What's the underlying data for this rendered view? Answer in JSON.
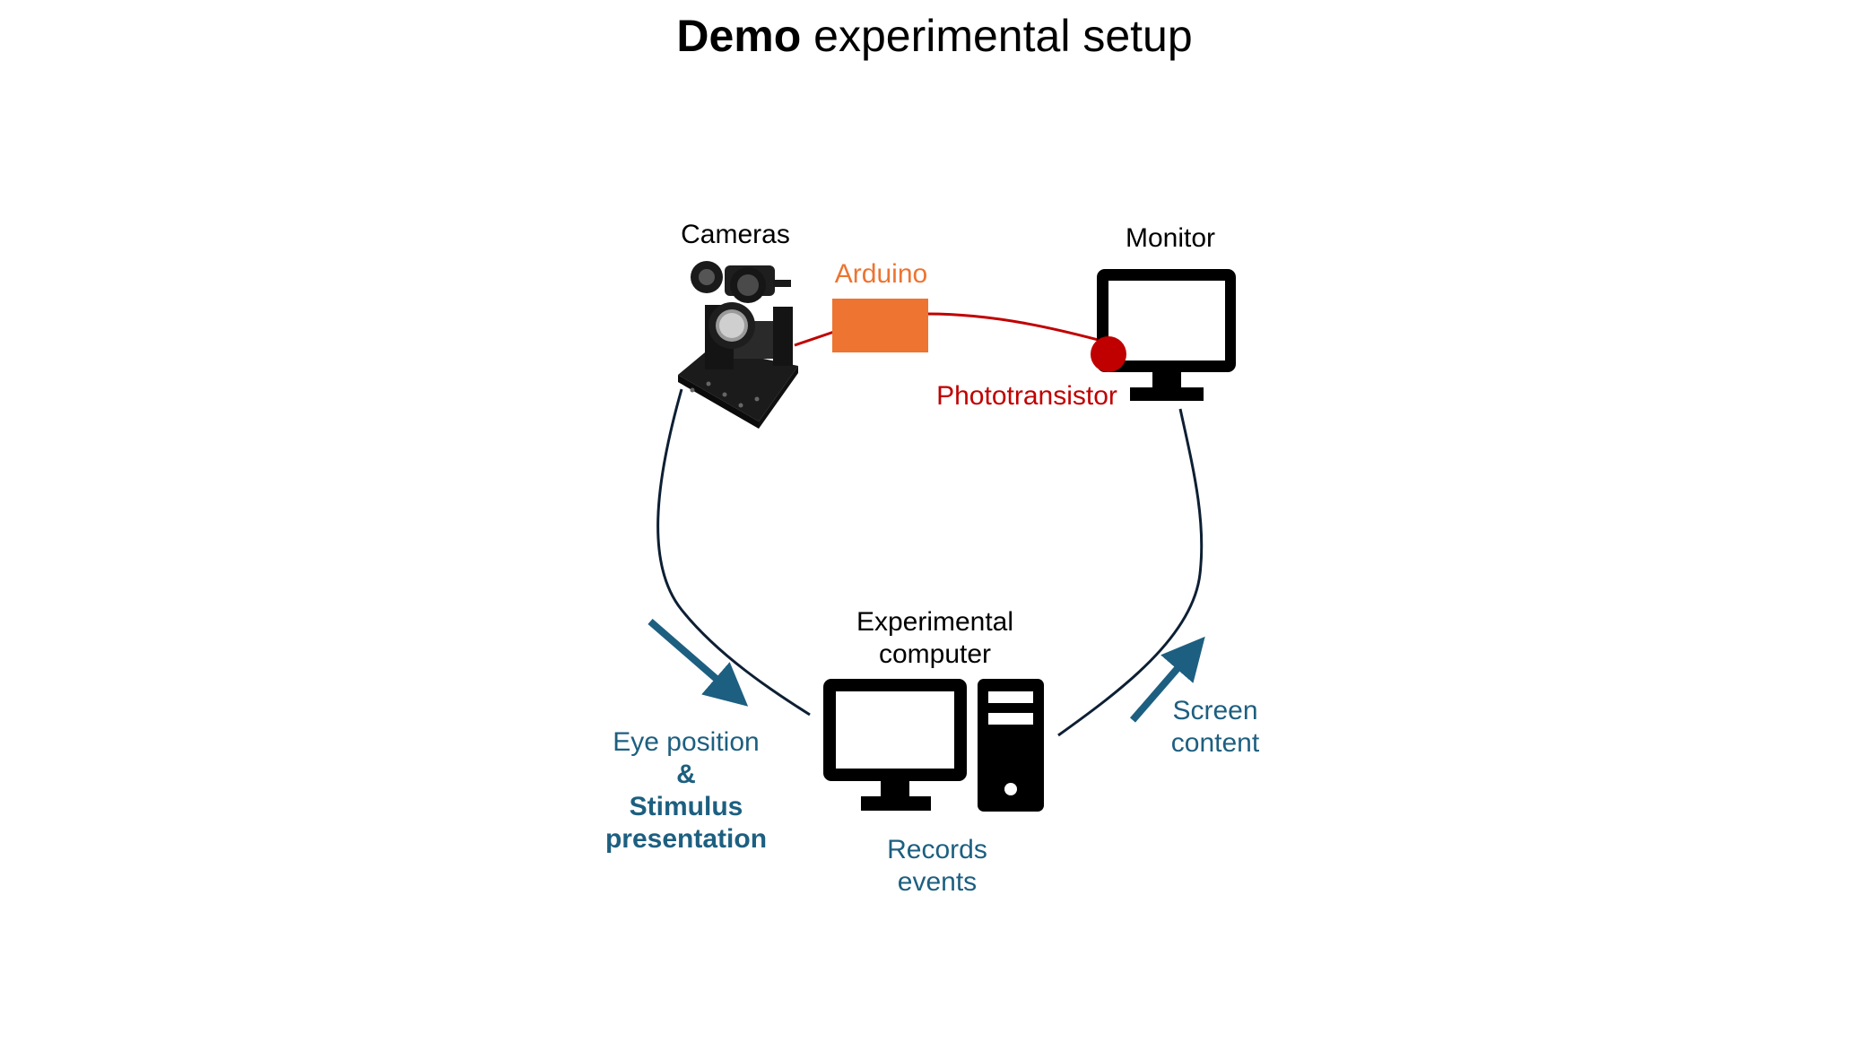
{
  "title": {
    "bold_part": "Demo",
    "rest": "experimental setup"
  },
  "nodes": {
    "cameras": {
      "label": "Cameras",
      "icon": "eye-tracking-camera-rig"
    },
    "arduino": {
      "label": "Arduino",
      "color": "#ed7431"
    },
    "monitor": {
      "label": "Monitor",
      "icon": "monitor-icon"
    },
    "phototransistor": {
      "label": "Phototransistor",
      "color": "#c00000"
    },
    "computer": {
      "label_line1": "Experimental",
      "label_line2": "computer",
      "icon": "desktop-computer-icon"
    }
  },
  "flows": {
    "left": {
      "line1": "Eye position",
      "line2": "&",
      "line3": "Stimulus",
      "line4": "presentation"
    },
    "right": {
      "line1": "Screen",
      "line2": "content"
    },
    "bottom": {
      "line1": "Records",
      "line2": "events"
    }
  },
  "colors": {
    "flow_arrow": "#1d5f80",
    "connection_line": "#0d1f33",
    "signal_wire": "#c00000",
    "icon": "#000000"
  }
}
